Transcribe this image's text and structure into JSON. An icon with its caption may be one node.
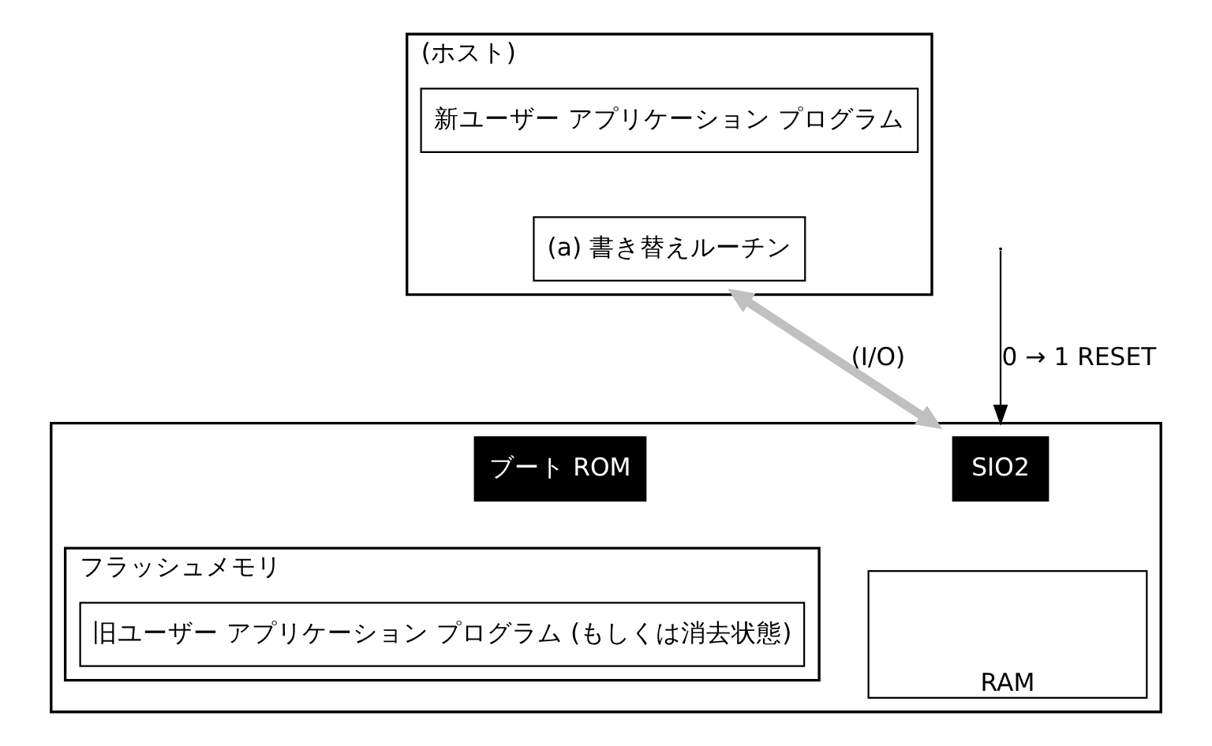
{
  "diagram": {
    "nodes": [
      {
        "text": [
          "(ホスト)"
        ]
      },
      {
        "text": [
          "新ユーザー アプリケーション プログラム"
        ],
        "in": 0
      },
      {
        "text": [
          "(a) 書き替えルーチン"
        ],
        "in": 0
      },
      {
        "text": [],
        "shape": "box"
      },
      {
        "text": [
          "ブート ROM"
        ],
        "in": 3
      },
      {
        "text": [
          "SIO2"
        ],
        "in": 3
      },
      {
        "text": [
          "フラッシュメモリ"
        ],
        "in": 3
      },
      {
        "text": [
          "旧ユーザー アプリケーション プログラム (もしくは消去状態)"
        ],
        "in": 6
      },
      {
        "text": [
          "RAM"
        ],
        "in": 3
      }
    ],
    "edges": [
      {
        "from": 0,
        "to": 3,
        "arrow": "both",
        "label": "(I/O)",
        "style": "thick",
        "color": "#c0c0c0"
      },
      {
        "from": null,
        "to": 3,
        "arrow": "to",
        "label": "0 → 1 RESET",
        "color": "#000000"
      }
    ]
  }
}
